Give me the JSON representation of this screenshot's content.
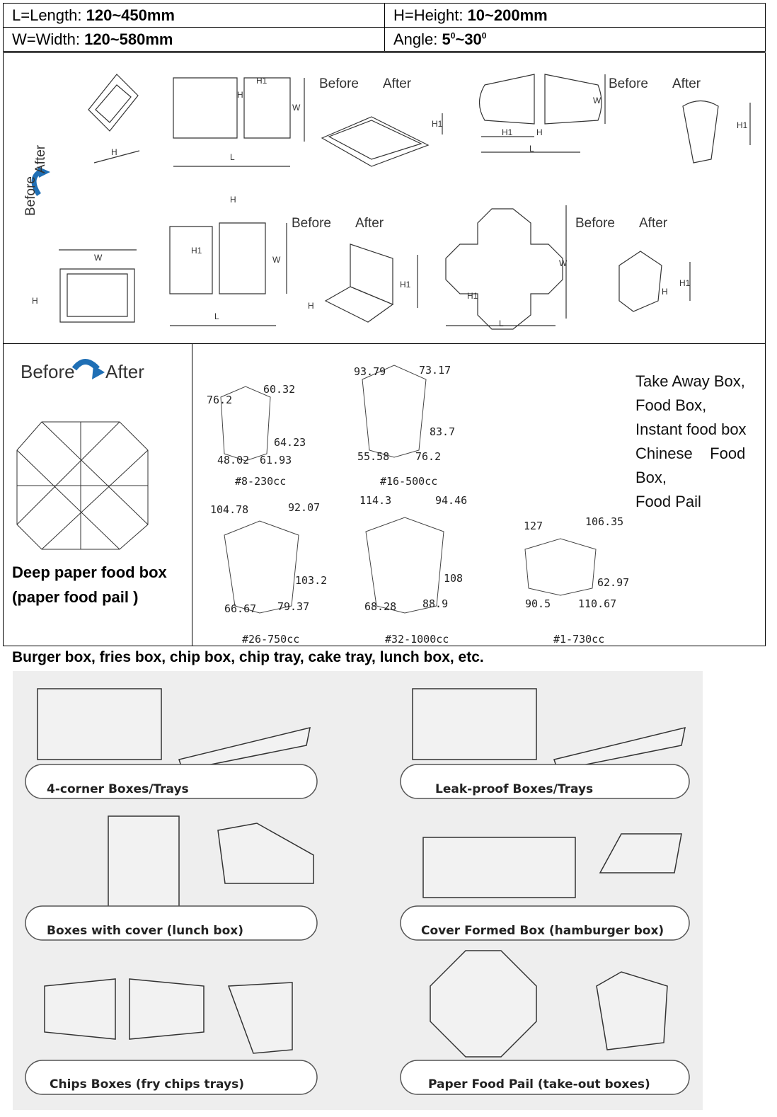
{
  "specs": {
    "length_prefix": "L=Length: ",
    "length_value": "120~450mm",
    "height_prefix": "H=Height: ",
    "height_value": "10~200mm",
    "width_prefix": "W=Width: ",
    "width_value": "120~580mm",
    "angle_prefix": "Angle: ",
    "angle_v1": "5",
    "angle_sup1": "0",
    "angle_sep": "~",
    "angle_v2": "30",
    "angle_sup2": "0"
  },
  "before_label": "Before",
  "after_label": "After",
  "dims": {
    "L": "L",
    "W": "W",
    "H": "H",
    "H1": "H1"
  },
  "pail": {
    "caption_line1": "Deep paper food box",
    "caption_line2": "(paper food pail )",
    "sizes": [
      {
        "tag": "#8-230cc",
        "d": [
          "76.2",
          "60.32",
          "64.23",
          "48.02",
          "61.93"
        ]
      },
      {
        "tag": "#16-500cc",
        "d": [
          "93.79",
          "73.17",
          "83.7",
          "55.58",
          "76.2"
        ]
      },
      {
        "tag": "#26-750cc",
        "d": [
          "104.78",
          "92.07",
          "103.2",
          "66.67",
          "79.37"
        ]
      },
      {
        "tag": "#32-1000cc",
        "d": [
          "114.3",
          "94.46",
          "108",
          "68.28",
          "88.9"
        ]
      },
      {
        "tag": "#1-730cc",
        "d": [
          "127",
          "106.35",
          "62.97",
          "90.5",
          "110.67"
        ]
      }
    ],
    "side_lines": [
      "Take Away Box,",
      "Food Box,",
      "Instant food box",
      "Chinese    Food",
      "Box,",
      "Food Pail"
    ]
  },
  "bottom": {
    "heading": "Burger box, fries box, chip box, chip tray, cake tray, lunch box, etc.",
    "labels": [
      "4-corner Boxes/Trays",
      "Leak-proof Boxes/Trays",
      "Boxes with cover (lunch box)",
      "Cover Formed Box (hamburger box)",
      "Chips Boxes (fry chips trays)",
      "Paper Food Pail (take-out boxes)"
    ]
  },
  "colors": {
    "arrow": "#1f6fb5",
    "panel": "#eeeeee",
    "line": "#333333"
  }
}
